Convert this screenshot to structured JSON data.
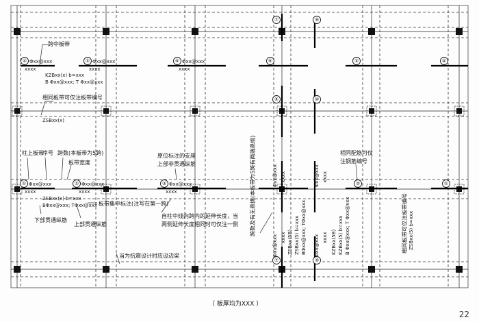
{
  "footer_note": "（ 板厚均为XXX ）",
  "page_number": "22",
  "notes": {
    "span_band": "跨中板带",
    "same_band": "相同板带可仅注板带编号",
    "zsb": "ZSBxx(x)",
    "col_band": "柱上板带",
    "seq": "序号",
    "span_count": "跨数(本板带为5跨)",
    "band_width": "板带宽度",
    "orig_support": "原位标注的支座",
    "top_through": "上部非贯通纵筋",
    "lower_through": "下部贯通纵筋",
    "upper_through": "上部贯通纵筋",
    "band_centre": "板带集中标注(注写在第一跨)",
    "ext_len_1": "自柱中线向跨内的延伸长度，当",
    "ext_len_2": "两侧延伸长度相同时可仅注一侧",
    "seismic": "当为抗震设计时应设边梁",
    "same_rebar_1": "相同配筋可仅",
    "same_rebar_2": "注钢筋编号",
    "vert_band_1": "跨数及有无悬挑(本板带为5跨有两端悬挑)",
    "vert_band_2": "相同板带可仅注板带编号"
  },
  "rebar_labels": {
    "r4": "④",
    "r5": "⑤",
    "r6": "⑥",
    "r7": "⑦",
    "r8": "⑧",
    "r9": "⑨",
    "r10": "⑩",
    "r1": "①",
    "r2": "②",
    "r3": "③",
    "spec": "Φxx@xxx",
    "xxxx": "xxxx",
    "kzb": "KZBxx(x)  b=xxx",
    "kzb_b": "B Φxx@xxx; T Φxx@xxx",
    "zsb_b": "ZSBxx(x)  b=xxx",
    "zsb_bt": "BΦxx@xxx; TΦxx@xxx",
    "kzb5": "KZBxx(5B)",
    "zsb5": "ZSBxx(5B)",
    "kzb_v": "KZBxx(5)  b=xxx",
    "zsb_v": "ZSBxx(5)  b=xxx"
  }
}
